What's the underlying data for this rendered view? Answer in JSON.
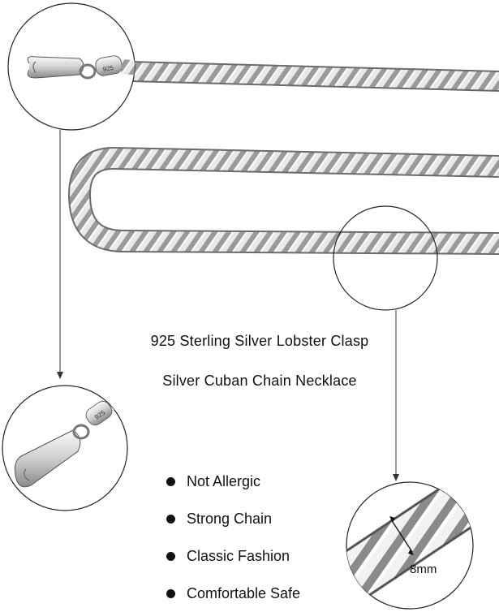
{
  "product": {
    "title_line1": "925 Sterling Silver Lobster Clasp",
    "title_line2": "Silver Cuban Chain Necklace"
  },
  "features": [
    {
      "label": "Not Allergic"
    },
    {
      "label": "Strong Chain"
    },
    {
      "label": "Classic Fashion"
    },
    {
      "label": "Comfortable Safe"
    }
  ],
  "clasp_stamp": "925",
  "chain_width": "8mm",
  "colors": {
    "silver_light": "#eeeeee",
    "silver_dark": "#7a7a7a",
    "outline": "#222222"
  }
}
